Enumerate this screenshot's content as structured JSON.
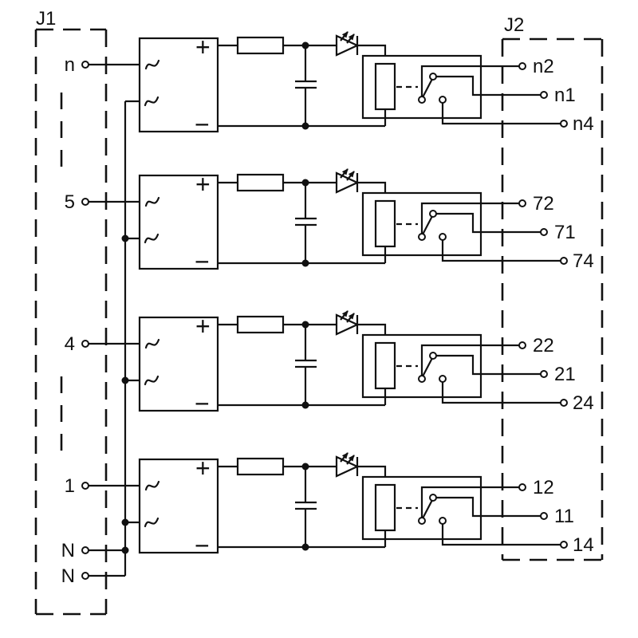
{
  "connectors": {
    "j1_label": "J1",
    "j2_label": "J2",
    "neutral_labels": [
      "N",
      "N"
    ]
  },
  "rectifier_symbols": {
    "plus": "+",
    "minus": "−",
    "ac": "∿"
  },
  "channels": [
    {
      "input_label": "n",
      "nc_label": "n2",
      "com_label": "n1",
      "no_label": "n4"
    },
    {
      "input_label": "5",
      "nc_label": "72",
      "com_label": "71",
      "no_label": "74"
    },
    {
      "input_label": "4",
      "nc_label": "22",
      "com_label": "21",
      "no_label": "24"
    },
    {
      "input_label": "1",
      "nc_label": "12",
      "com_label": "11",
      "no_label": "14"
    }
  ],
  "colors": {
    "line": "#111111",
    "background": "#ffffff"
  }
}
